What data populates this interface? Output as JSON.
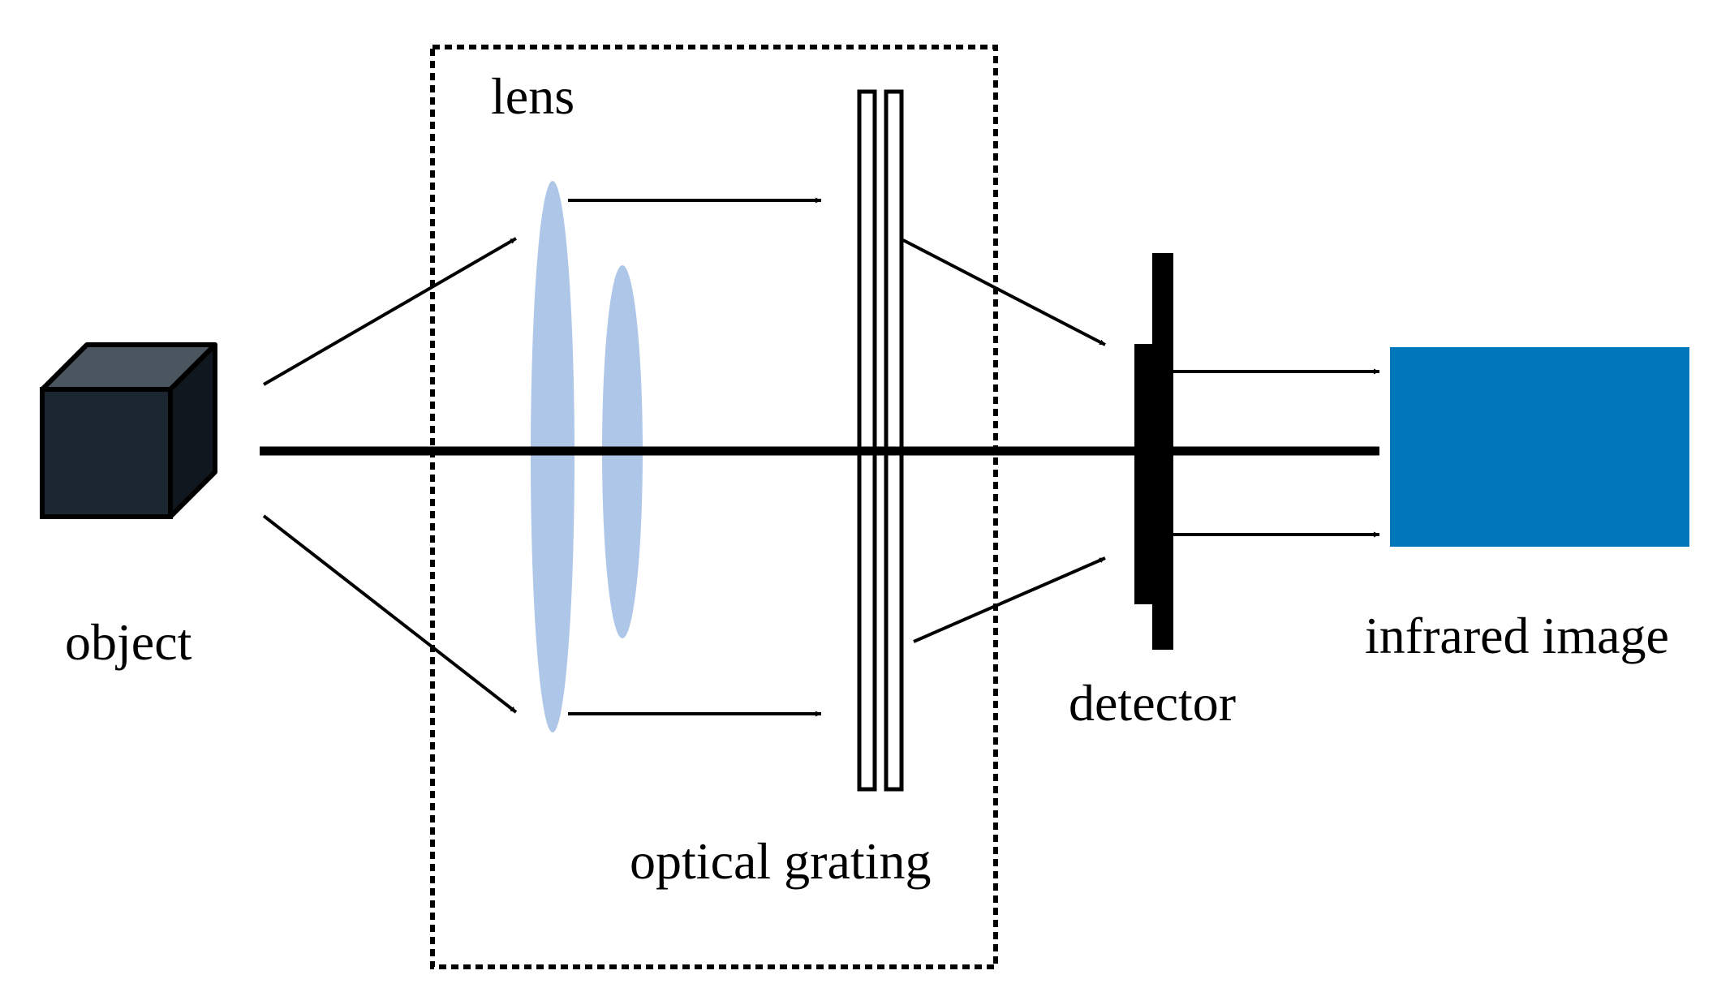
{
  "labels": {
    "object": "object",
    "lens": "lens",
    "optical_grating": "optical grating",
    "detector": "detector",
    "infrared_image": "infrared image"
  },
  "colors": {
    "cube_front": "#1b2631",
    "cube_top": "#4a5560",
    "lens_fill": "#aec7e8",
    "infrared_image": "#0077bb",
    "line": "#000000"
  }
}
